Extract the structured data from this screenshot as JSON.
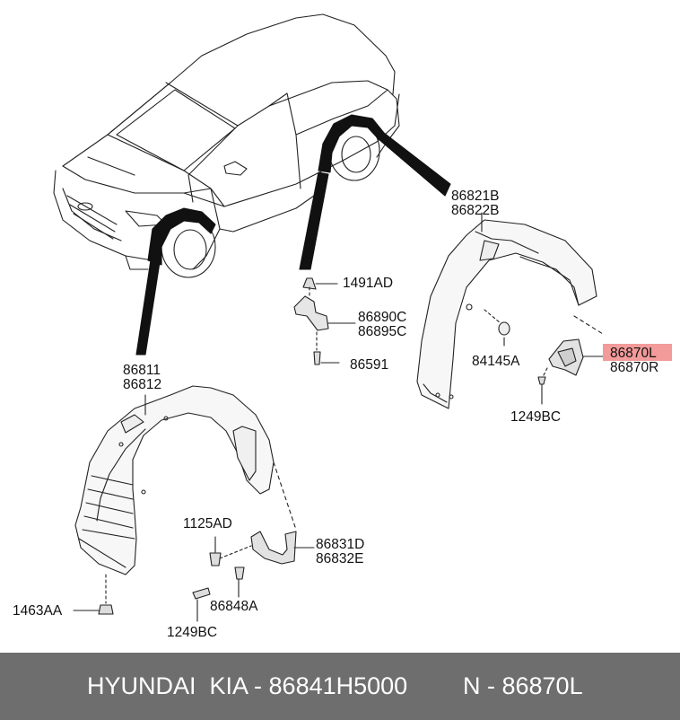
{
  "labels": {
    "p1491AD": "1491AD",
    "p86890C": "86890C",
    "p86895C": "86895C",
    "p86591": "86591",
    "p86821B": "86821B",
    "p86822B": "86822B",
    "p84145A": "84145A",
    "p86870L": "86870L",
    "p86870R": "86870R",
    "p1249BC_right": "1249BC",
    "p86811": "86811",
    "p86812": "86812",
    "p1125AD": "1125AD",
    "p86831D": "86831D",
    "p86832E": "86832E",
    "p86848A": "86848A",
    "p1463AA": "1463AA",
    "p1249BC_left": "1249BC"
  },
  "footer": {
    "brand": "HYUNDAI  KIA - 86841H5000",
    "part": "N - 86870L"
  },
  "colors": {
    "highlight": "#f39a9a",
    "footer_bg": "#6e6e6e",
    "footer_text": "#ffffff"
  }
}
